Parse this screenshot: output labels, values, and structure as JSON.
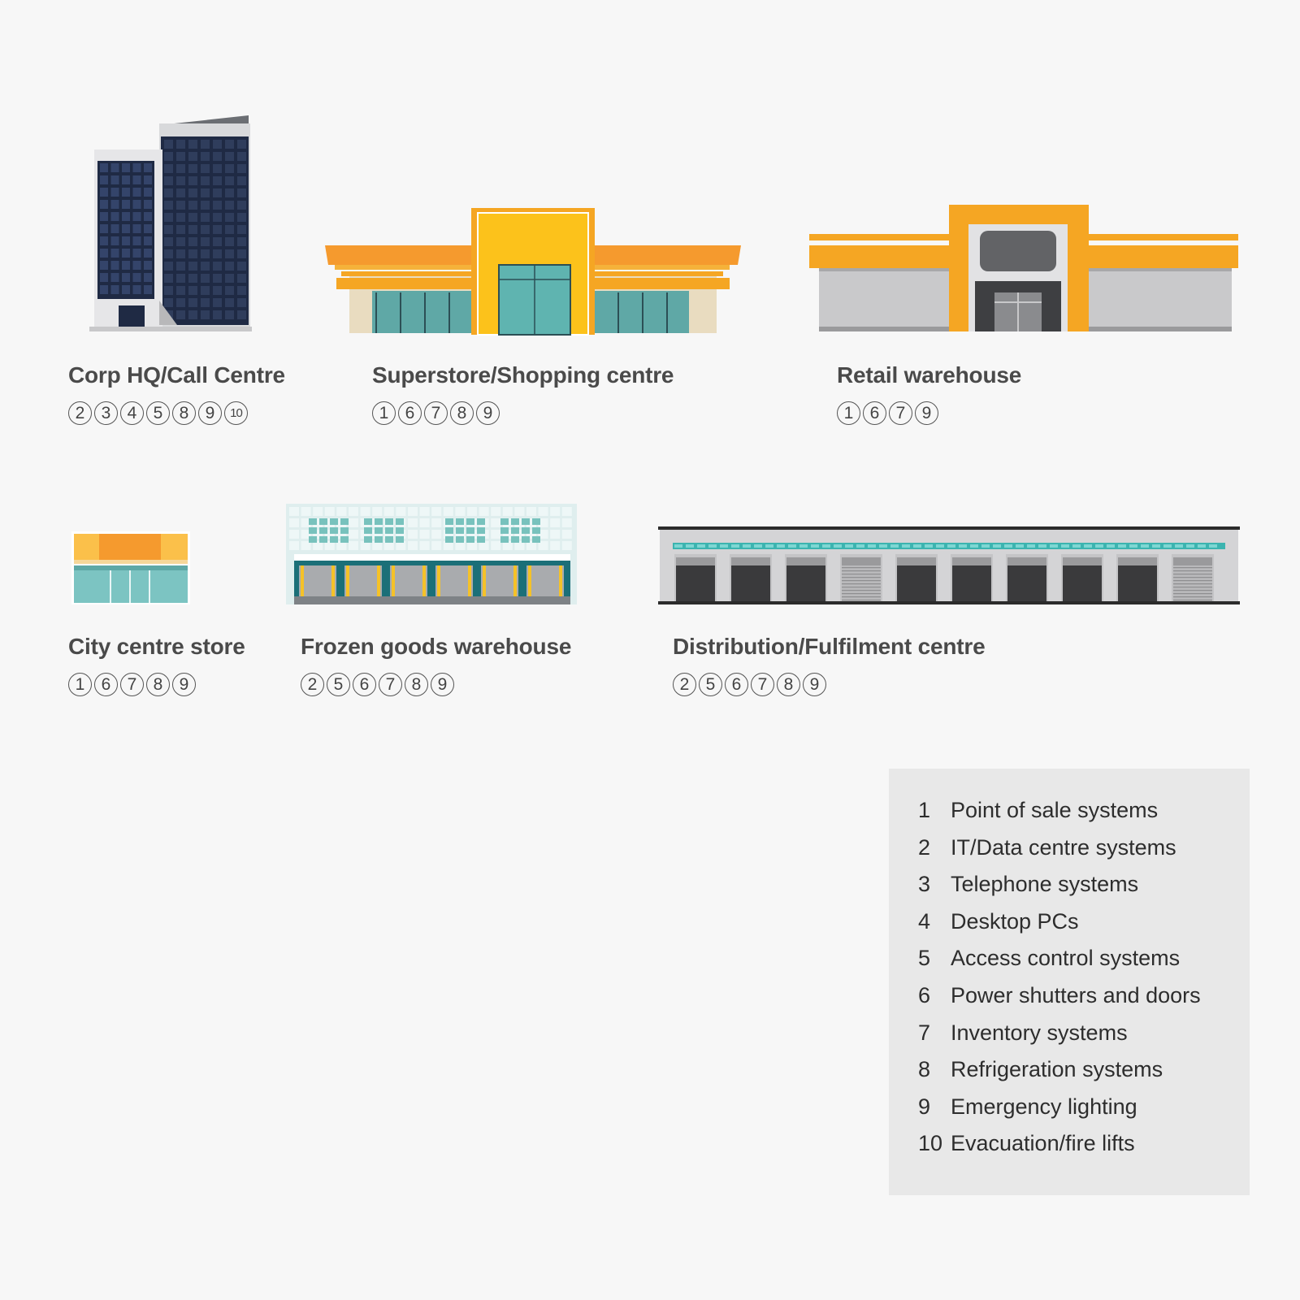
{
  "buildings": [
    {
      "name": "Corp HQ/Call Centre",
      "codes": [
        "2",
        "3",
        "4",
        "5",
        "8",
        "9",
        "10"
      ],
      "icon": "office-tower-icon"
    },
    {
      "name": "Superstore/Shopping centre",
      "codes": [
        "1",
        "6",
        "7",
        "8",
        "9"
      ],
      "icon": "superstore-icon"
    },
    {
      "name": "Retail warehouse",
      "codes": [
        "1",
        "6",
        "7",
        "9"
      ],
      "icon": "retail-warehouse-icon"
    },
    {
      "name": "City centre store",
      "codes": [
        "1",
        "6",
        "7",
        "8",
        "9"
      ],
      "icon": "city-store-icon"
    },
    {
      "name": "Frozen goods warehouse",
      "codes": [
        "2",
        "5",
        "6",
        "7",
        "8",
        "9"
      ],
      "icon": "frozen-warehouse-icon"
    },
    {
      "name": "Distribution/Fulfilment centre",
      "codes": [
        "2",
        "5",
        "6",
        "7",
        "8",
        "9"
      ],
      "icon": "distribution-centre-icon"
    }
  ],
  "legend": [
    {
      "num": "1",
      "label": "Point of sale systems"
    },
    {
      "num": "2",
      "label": "IT/Data centre systems"
    },
    {
      "num": "3",
      "label": "Telephone systems"
    },
    {
      "num": "4",
      "label": "Desktop PCs"
    },
    {
      "num": "5",
      "label": "Access control systems"
    },
    {
      "num": "6",
      "label": "Power shutters and doors"
    },
    {
      "num": "7",
      "label": "Inventory systems"
    },
    {
      "num": "8",
      "label": "Refrigeration systems"
    },
    {
      "num": "9",
      "label": "Emergency lighting"
    },
    {
      "num": "10",
      "label": "Evacuation/fire lifts"
    }
  ],
  "colors": {
    "orange": "#f5a623",
    "teal": "#6dbfba",
    "navy": "#1f2a44",
    "background": "#f7f7f7",
    "legend_bg": "#e8e8e8"
  }
}
